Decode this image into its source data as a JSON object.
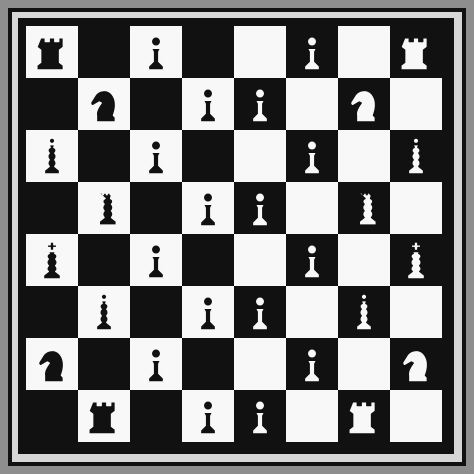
{
  "board": {
    "size": 8,
    "colors": {
      "light": "#f8f8f8",
      "dark": "#111111"
    },
    "squares": [
      [
        {
          "piece": "rook",
          "color": "black"
        },
        null,
        {
          "piece": "pawn",
          "color": "black"
        },
        null,
        null,
        {
          "piece": "pawn",
          "color": "white"
        },
        null,
        {
          "piece": "rook",
          "color": "white"
        }
      ],
      [
        null,
        {
          "piece": "knight",
          "color": "black"
        },
        null,
        {
          "piece": "pawn",
          "color": "black"
        },
        {
          "piece": "pawn",
          "color": "white"
        },
        null,
        {
          "piece": "knight",
          "color": "white"
        },
        null
      ],
      [
        {
          "piece": "bishop",
          "color": "black"
        },
        null,
        {
          "piece": "pawn",
          "color": "black"
        },
        null,
        null,
        {
          "piece": "pawn",
          "color": "white"
        },
        null,
        {
          "piece": "bishop",
          "color": "white"
        }
      ],
      [
        null,
        {
          "piece": "queen",
          "color": "black"
        },
        null,
        {
          "piece": "pawn",
          "color": "black"
        },
        {
          "piece": "pawn",
          "color": "white"
        },
        null,
        {
          "piece": "queen",
          "color": "white"
        },
        null
      ],
      [
        {
          "piece": "king",
          "color": "black"
        },
        null,
        {
          "piece": "pawn",
          "color": "black"
        },
        null,
        null,
        {
          "piece": "pawn",
          "color": "white"
        },
        null,
        {
          "piece": "king",
          "color": "white"
        }
      ],
      [
        null,
        {
          "piece": "bishop",
          "color": "black"
        },
        null,
        {
          "piece": "pawn",
          "color": "black"
        },
        {
          "piece": "pawn",
          "color": "white"
        },
        null,
        {
          "piece": "bishop",
          "color": "white"
        },
        null
      ],
      [
        {
          "piece": "knight",
          "color": "black"
        },
        null,
        {
          "piece": "pawn",
          "color": "black"
        },
        null,
        null,
        {
          "piece": "pawn",
          "color": "white"
        },
        null,
        {
          "piece": "knight",
          "color": "white"
        }
      ],
      [
        null,
        {
          "piece": "rook",
          "color": "black"
        },
        null,
        {
          "piece": "pawn",
          "color": "black"
        },
        {
          "piece": "pawn",
          "color": "white"
        },
        null,
        {
          "piece": "rook",
          "color": "white"
        },
        null
      ]
    ]
  }
}
